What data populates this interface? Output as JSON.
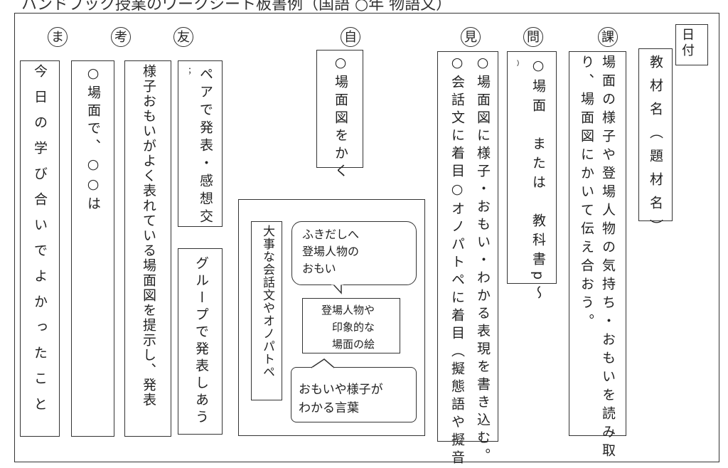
{
  "title": "ハンドブック授業のワークシート板書例（国語 ○年 物語文）",
  "headers": {
    "ma": "ま",
    "kou": "考",
    "tomo": "友",
    "ji": "自",
    "ken": "見",
    "mon": "問",
    "ka": "課"
  },
  "date_label": "日付",
  "material": "教材名（題材名）",
  "task": [
    "場面の様子や登場人物の気持ち・おもいを読み取",
    "り、場面図にかいて伝え合おう。"
  ],
  "question": {
    "mark": "﹚",
    "text": "○場面　または　教科書p～"
  },
  "observe": [
    "○場面図に様子・おもい・わかる表現を書き込む。",
    "○会話文に着目○オノパトペに着目（擬態語や擬音"
  ],
  "self": {
    "task": "○場面図をかく",
    "vertical_box": "大事な会話文やオノパトペ",
    "bubble_top": "ふきだしへ\n登場人物の\nおもい",
    "picture": "登場人物や\n　印象的な\n　場面の絵",
    "bubble_bottom": "おもいや様子が\nわかる言葉"
  },
  "friend": {
    "mark": "︔",
    "pair": "ペアで発表・感想交",
    "group": "グループで発表しあう"
  },
  "think": [
    "様子おもいがよく表れている場面図を提示し、発表",
    "○場面で、○○は"
  ],
  "summary": "今日の学び合いでよかったこと"
}
